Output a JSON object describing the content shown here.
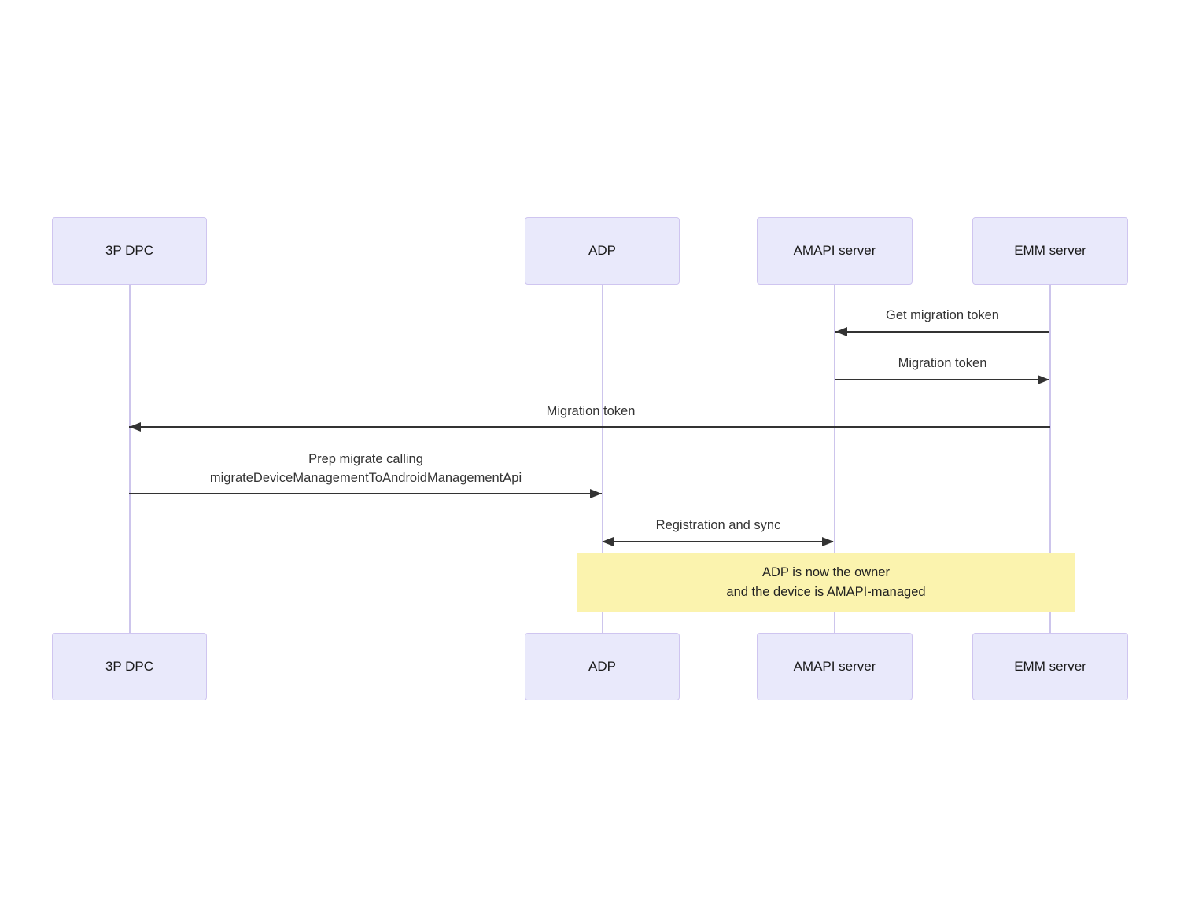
{
  "diagram": {
    "type": "sequence-diagram",
    "actors": [
      {
        "id": "3p-dpc",
        "label": "3P DPC"
      },
      {
        "id": "adp",
        "label": "ADP"
      },
      {
        "id": "amapi-server",
        "label": "AMAPI server"
      },
      {
        "id": "emm-server",
        "label": "EMM server"
      }
    ],
    "messages": [
      {
        "label": "Get migration token",
        "from": "EMM server",
        "to": "AMAPI server",
        "direction": "left",
        "style": "solid"
      },
      {
        "label": "Migration token",
        "from": "AMAPI server",
        "to": "EMM server",
        "direction": "right",
        "style": "solid"
      },
      {
        "label": "Migration token",
        "from": "EMM server",
        "to": "3P DPC",
        "direction": "left",
        "style": "solid"
      },
      {
        "label": "Prep migrate calling migrateDeviceManagementToAndroidManagementApi",
        "line1": "Prep migrate calling",
        "line2": "migrateDeviceManagementToAndroidManagementApi",
        "from": "3P DPC",
        "to": "ADP",
        "direction": "right",
        "style": "solid"
      },
      {
        "label": "Registration and sync",
        "from": "ADP",
        "to": "AMAPI server",
        "direction": "both",
        "style": "solid"
      }
    ],
    "note": {
      "line1": "ADP is now the owner",
      "line2": "and the device is AMAPI-managed",
      "spans_from": "ADP",
      "spans_to": "EMM server"
    },
    "colors": {
      "background": "#FFFFFF",
      "actor_fill": "#E9E9FB",
      "actor_border": "#CFC5F0",
      "lifeline": "#CDC5EC",
      "message_line": "#333333",
      "message_text": "#333333",
      "note_fill": "#FBF3AE",
      "note_border": "#AAAA3A"
    }
  }
}
